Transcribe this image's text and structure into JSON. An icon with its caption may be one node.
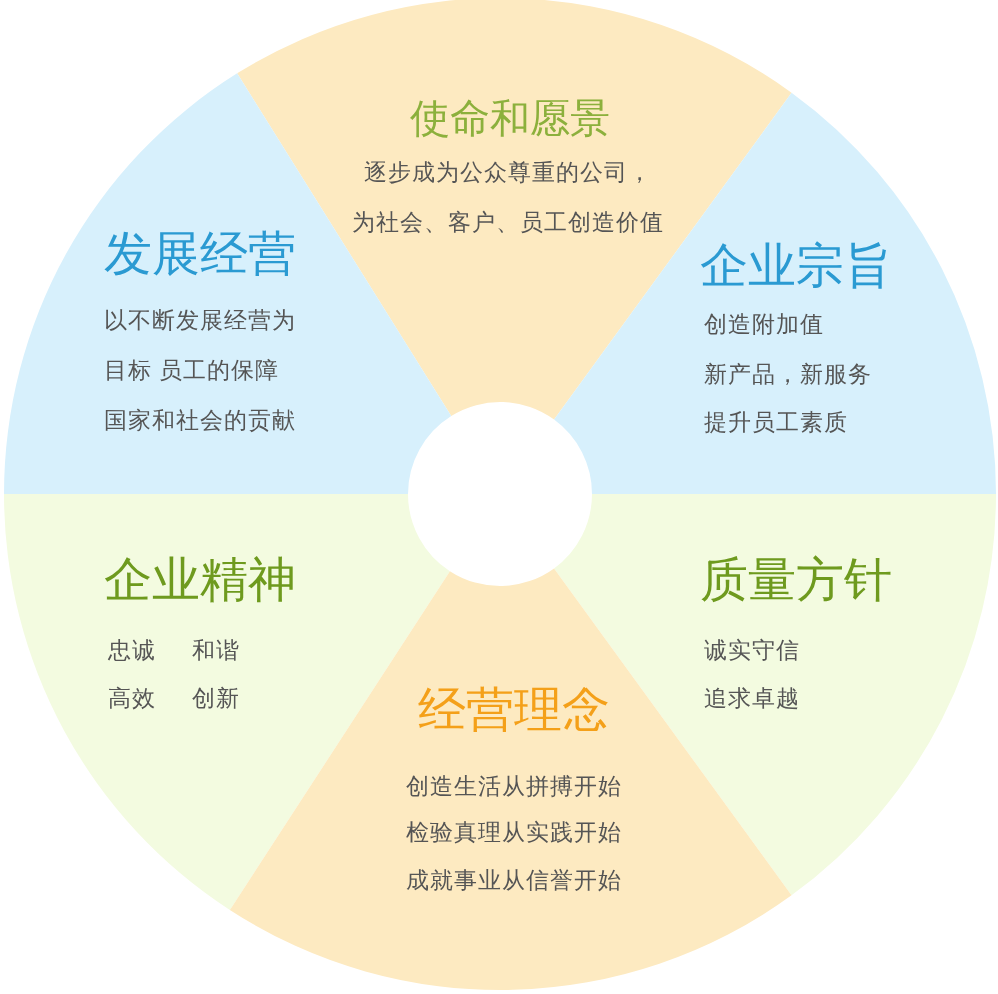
{
  "diagram": {
    "nodes": [
      {
        "text": [
          "使命和愿景",
          "逐步成为公众尊重的公司，为社会、客户、员工创造价值"
        ]
      },
      {
        "text": [
          "发展经营",
          "以不断发展经营为目标 员工的保障国家和社会的贡献"
        ]
      },
      {
        "text": [
          "企业宗旨",
          "创造附加值",
          "新产品，新服务",
          "提升员工素质"
        ]
      },
      {
        "text": [
          "企业精神",
          "忠诚",
          "和谐",
          "高效",
          "创新"
        ]
      },
      {
        "text": [
          "质量方针",
          "诚实守信",
          "追求卓越"
        ]
      },
      {
        "text": [
          "经营理念",
          "创造生活从拼搏开始",
          "检验真理从实践开始",
          "成就事业从信誉开始"
        ]
      }
    ]
  }
}
